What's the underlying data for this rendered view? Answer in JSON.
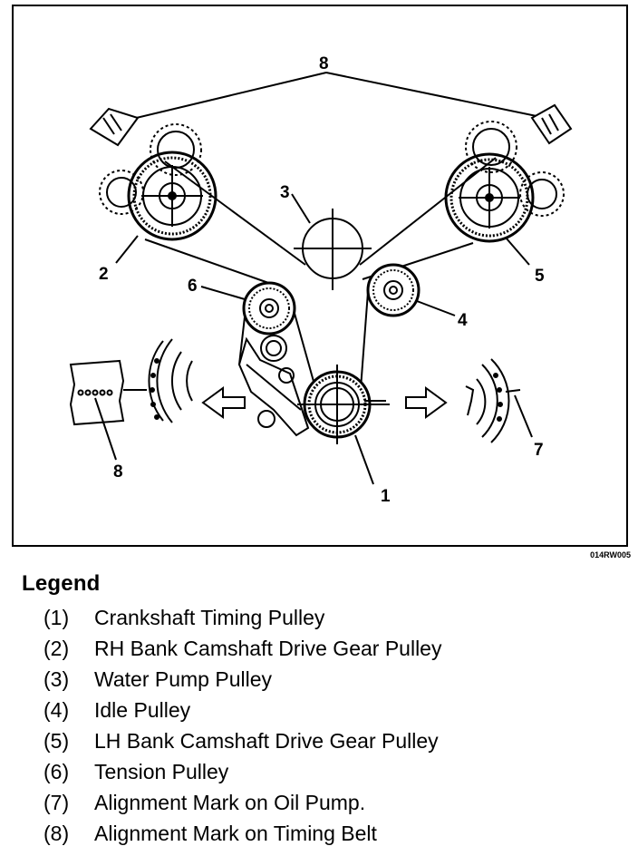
{
  "diagram": {
    "callouts": {
      "c1": "1",
      "c2": "2",
      "c3": "3",
      "c4": "4",
      "c5": "5",
      "c6": "6",
      "c7": "7",
      "c8a": "8",
      "c8b": "8"
    },
    "figure_code": "014RW005"
  },
  "legend": {
    "title": "Legend",
    "items": [
      {
        "num": "(1)",
        "text": "Crankshaft Timing Pulley"
      },
      {
        "num": "(2)",
        "text": "RH Bank Camshaft Drive Gear Pulley"
      },
      {
        "num": "(3)",
        "text": "Water Pump Pulley"
      },
      {
        "num": "(4)",
        "text": "Idle Pulley"
      },
      {
        "num": "(5)",
        "text": "LH Bank Camshaft Drive Gear Pulley"
      },
      {
        "num": "(6)",
        "text": "Tension Pulley"
      },
      {
        "num": "(7)",
        "text": "Alignment Mark on Oil Pump."
      },
      {
        "num": "(8)",
        "text": "Alignment Mark on Timing Belt"
      }
    ]
  }
}
